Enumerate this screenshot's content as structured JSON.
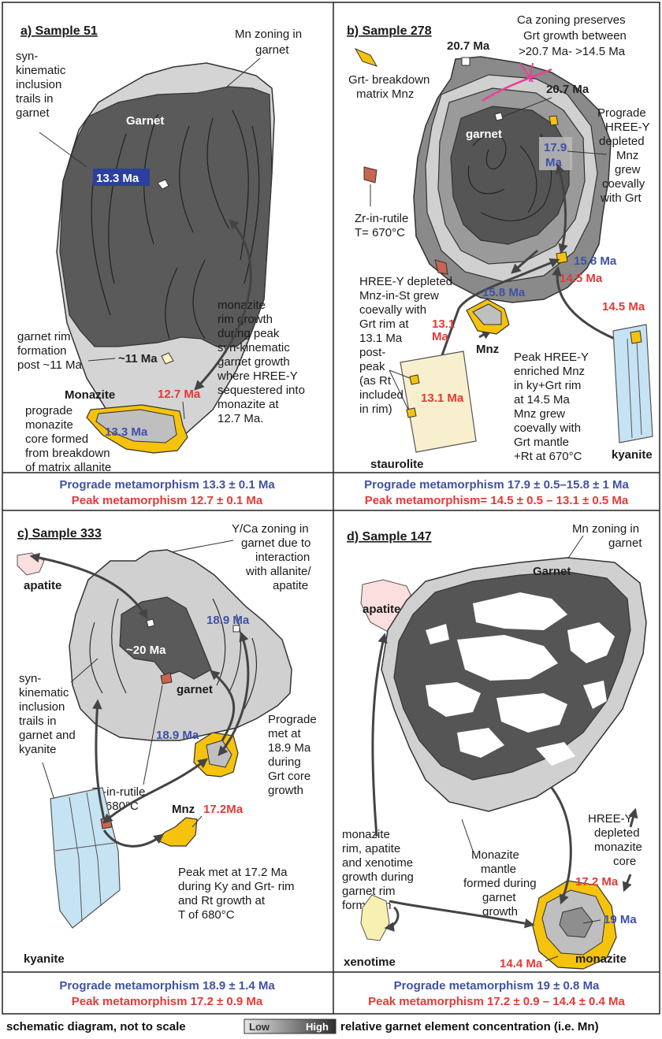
{
  "panels": {
    "a": {
      "title": "a) Sample 51",
      "mn_zoning": [
        "Mn zoning in",
        "garnet"
      ],
      "inclusion": [
        "syn-",
        "kinematic",
        "inclusion",
        "trails in",
        "garnet"
      ],
      "garnet": "Garnet",
      "age_core": "13.3 Ma",
      "rim": [
        "garnet rim",
        "formation",
        "post ~11 Ma"
      ],
      "age_11": "~11 Ma",
      "monazite": "Monazite",
      "age_127": "12.7 Ma",
      "age_mnz_core": "13.3 Ma",
      "prograde": [
        "prograde",
        "monazite",
        "core formed",
        "from breakdown",
        "of matrix allanite"
      ],
      "rim_growth": [
        "monazite",
        "rim growth",
        "during peak",
        "syn-kinematic",
        "garnet growth",
        "where HREE-Y",
        "sequestered into",
        "monazite at",
        "12.7 Ma."
      ],
      "summary_prograde": "Prograde metamorphism 13.3 ± 0.1 Ma",
      "summary_peak": "Peak metamorphism 12.7 ± 0.1 Ma"
    },
    "b": {
      "title": "b) Sample 278",
      "age_207_top": "20.7 Ma",
      "ca_zoning": [
        "Ca zoning preserves",
        "Grt growth between",
        ">20.7 Ma- >14.5 Ma"
      ],
      "grt_breakdown": [
        "Grt- breakdown",
        "matrix Mnz"
      ],
      "age_207_mid": "20.7 Ma",
      "garnet": "garnet",
      "age_179": [
        "17.9",
        "Ma"
      ],
      "prograde": [
        "Prograde",
        "HREE-Y",
        "depleted",
        "Mnz",
        "grew",
        "coevally",
        "with Grt"
      ],
      "zr": [
        "Zr-in-rutile",
        "T= 670°C"
      ],
      "age_158_right": "15.8 Ma",
      "age_145_right": "14.5 Ma",
      "hree_depleted": [
        "HREE-Y depleted",
        "Mnz-in-St grew",
        "coevally with",
        "Grt rim at",
        "13.1 Ma",
        "post-",
        "peak",
        "(as Rt",
        "included",
        "in rim)"
      ],
      "age_158_mnz": "15.8 Ma",
      "age_131_mnz": [
        "13.1",
        "Ma"
      ],
      "mnz": "Mnz",
      "age_131_st": "13.1 Ma",
      "staurolite": "staurolite",
      "age_145_ky": "14.5 Ma",
      "peak": [
        "Peak HREE-Y",
        "enriched Mnz",
        "in ky+Grt rim",
        "at 14.5 Ma",
        "Mnz grew",
        "coevally with",
        "Grt mantle",
        "+Rt at 670°C"
      ],
      "kyanite": "kyanite",
      "summary_prograde": "Prograde metamorphism 17.9 ± 0.5–15.8 ± 1 Ma",
      "summary_peak": "Peak metamorphism= 14.5 ± 0.5 – 13.1 ± 0.5 Ma"
    },
    "c": {
      "title": "c) Sample 333",
      "apatite": "apatite",
      "yca": [
        "Y/Ca zoning in",
        "garnet due to",
        "interaction",
        "with allanite/",
        "apatite"
      ],
      "age_189_top": "18.9 Ma",
      "age_20": "~20 Ma",
      "garnet": "garnet",
      "inclusion": [
        "syn-",
        "kinematic",
        "inclusion",
        "trails in",
        "garnet and",
        "kyanite"
      ],
      "zr": [
        "Zr-in-rutile",
        "T=680°C"
      ],
      "age_189_mnz": "18.9 Ma",
      "prograde": [
        "Prograde",
        "met at",
        "18.9 Ma",
        "during",
        "Grt core",
        "growth"
      ],
      "mnz": "Mnz",
      "age_172": "17.2Ma",
      "peak": [
        "Peak met at 17.2 Ma",
        "during Ky and Grt- rim",
        "and Rt growth at",
        "T of 680°C"
      ],
      "kyanite": "kyanite",
      "summary_prograde": "Prograde metamorphism 18.9 ± 1.4 Ma",
      "summary_peak": "Peak metamorphism 17.2 ± 0.9 Ma"
    },
    "d": {
      "title": "d) Sample 147",
      "mn_zoning": [
        "Mn zoning in",
        "garnet"
      ],
      "garnet": "Garnet",
      "apatite": "apatite",
      "hree": [
        "HREE-Y",
        "depleted",
        "monazite",
        "core"
      ],
      "rim": [
        "monazite",
        "rim, apatite",
        "and xenotime",
        "growth during",
        "garnet rim",
        "formation"
      ],
      "mantle": [
        "Monazite",
        "mantle",
        "formed during",
        "garnet",
        "growth"
      ],
      "age_172": "17.2 Ma",
      "age_19": "19 Ma",
      "xenotime": "xenotime",
      "age_144": "14.4 Ma",
      "monazite": "monazite",
      "summary_prograde": "Prograde metamorphism 19 ± 0.8 Ma",
      "summary_peak": "Peak metamorphism 17.2 ± 0.9 – 14.4 ± 0.4 Ma"
    }
  },
  "footer": {
    "schematic": "schematic diagram, not to scale",
    "low": "Low",
    "high": "High",
    "relative": "relative garnet element concentration (i.e. Mn)"
  },
  "colors": {
    "garnet_dark": "#5a5a5a",
    "garnet_mid": "#9a9a9a",
    "garnet_light": "#d4d4d4",
    "monazite": "#f5c20c",
    "kyanite": "#c6e3f3",
    "staurolite": "#f8efcf",
    "apatite": "#fbdede",
    "xenotime": "#f7f0b0",
    "rutile": "#c86450",
    "blue": "#3f51a8",
    "red": "#e53935",
    "pink": "#ee3d96"
  }
}
